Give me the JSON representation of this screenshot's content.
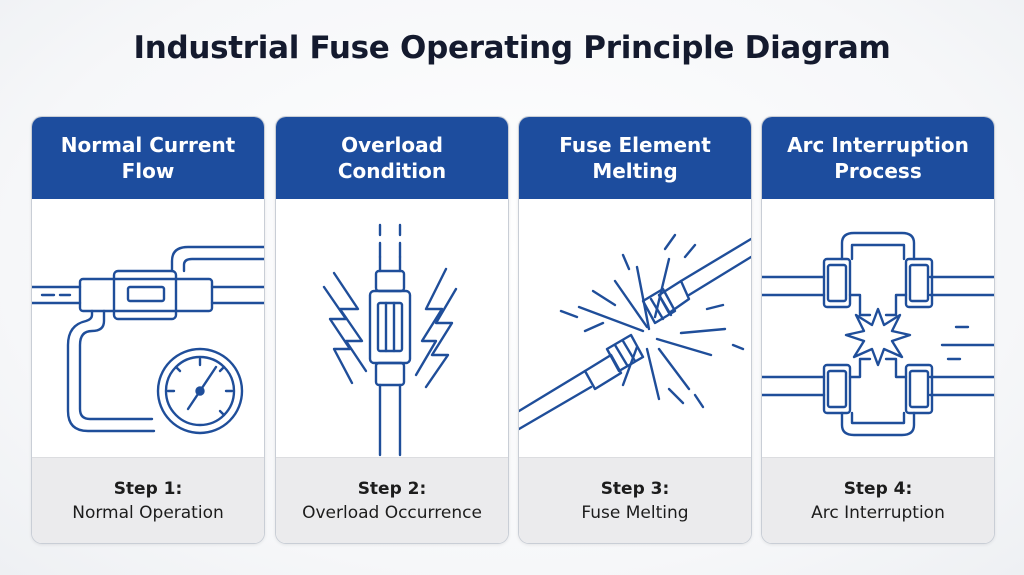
{
  "title": "Industrial Fuse Operating Principle Diagram",
  "colors": {
    "header": "#1d4d9e",
    "line": "#1f4e9a",
    "footer": "#ebebed"
  },
  "steps": [
    {
      "header": "Normal Current Flow",
      "step": "Step 1:",
      "label": "Normal Operation",
      "icon": "fuse-gauge-icon"
    },
    {
      "header": "Overload Condition",
      "step": "Step 2:",
      "label": "Overload Occurrence",
      "icon": "fuse-lightning-icon"
    },
    {
      "header": "Fuse Element Melting",
      "step": "Step 3:",
      "label": "Fuse Melting",
      "icon": "fuse-breaking-icon"
    },
    {
      "header": "Arc Interruption Process",
      "step": "Step 4:",
      "label": "Arc Interruption",
      "icon": "arc-burst-icon"
    }
  ]
}
